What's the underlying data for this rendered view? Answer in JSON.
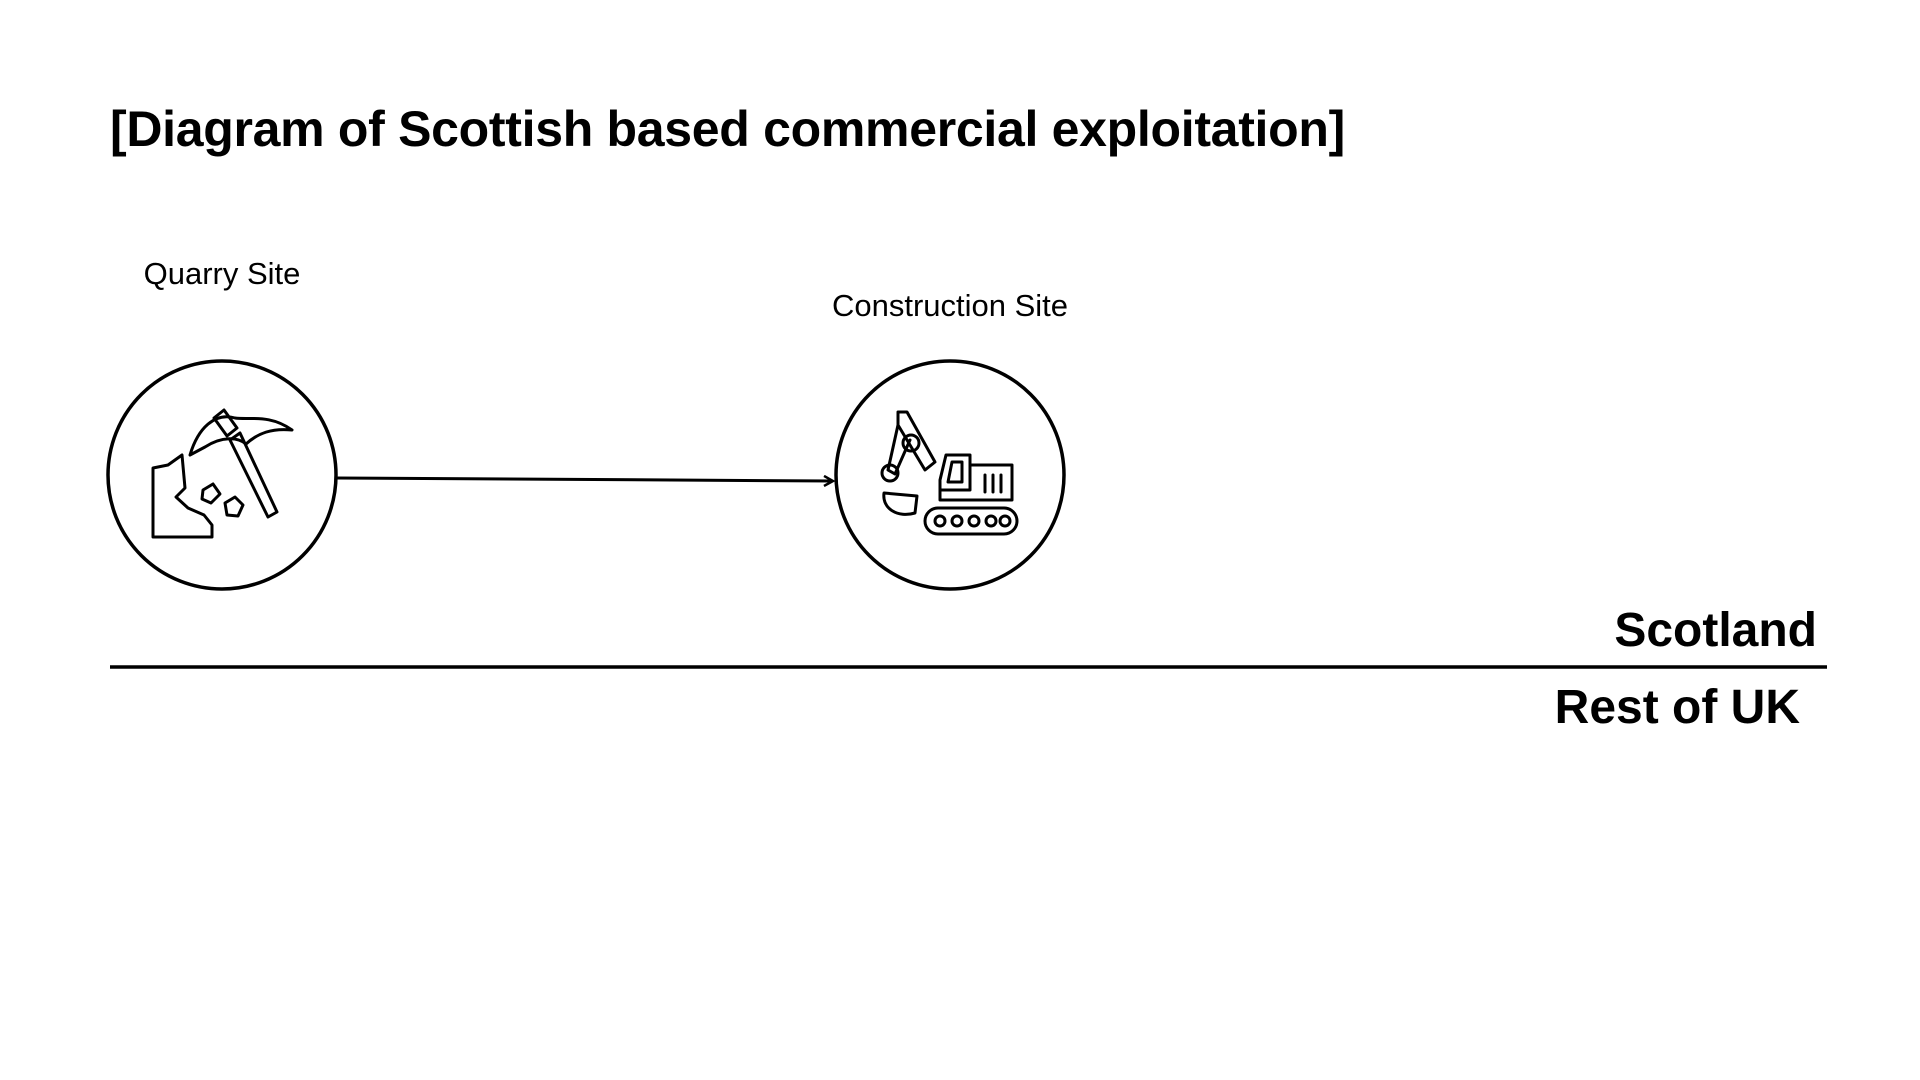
{
  "title": "[Diagram of Scottish based commercial exploitation]",
  "nodes": {
    "quarry": {
      "label": "Quarry Site",
      "icon": "pickaxe-rock-icon"
    },
    "construction": {
      "label": "Construction Site",
      "icon": "excavator-icon"
    }
  },
  "edges": [
    {
      "from": "quarry",
      "to": "construction"
    }
  ],
  "regions": {
    "above": "Scotland",
    "below": "Rest of UK"
  }
}
